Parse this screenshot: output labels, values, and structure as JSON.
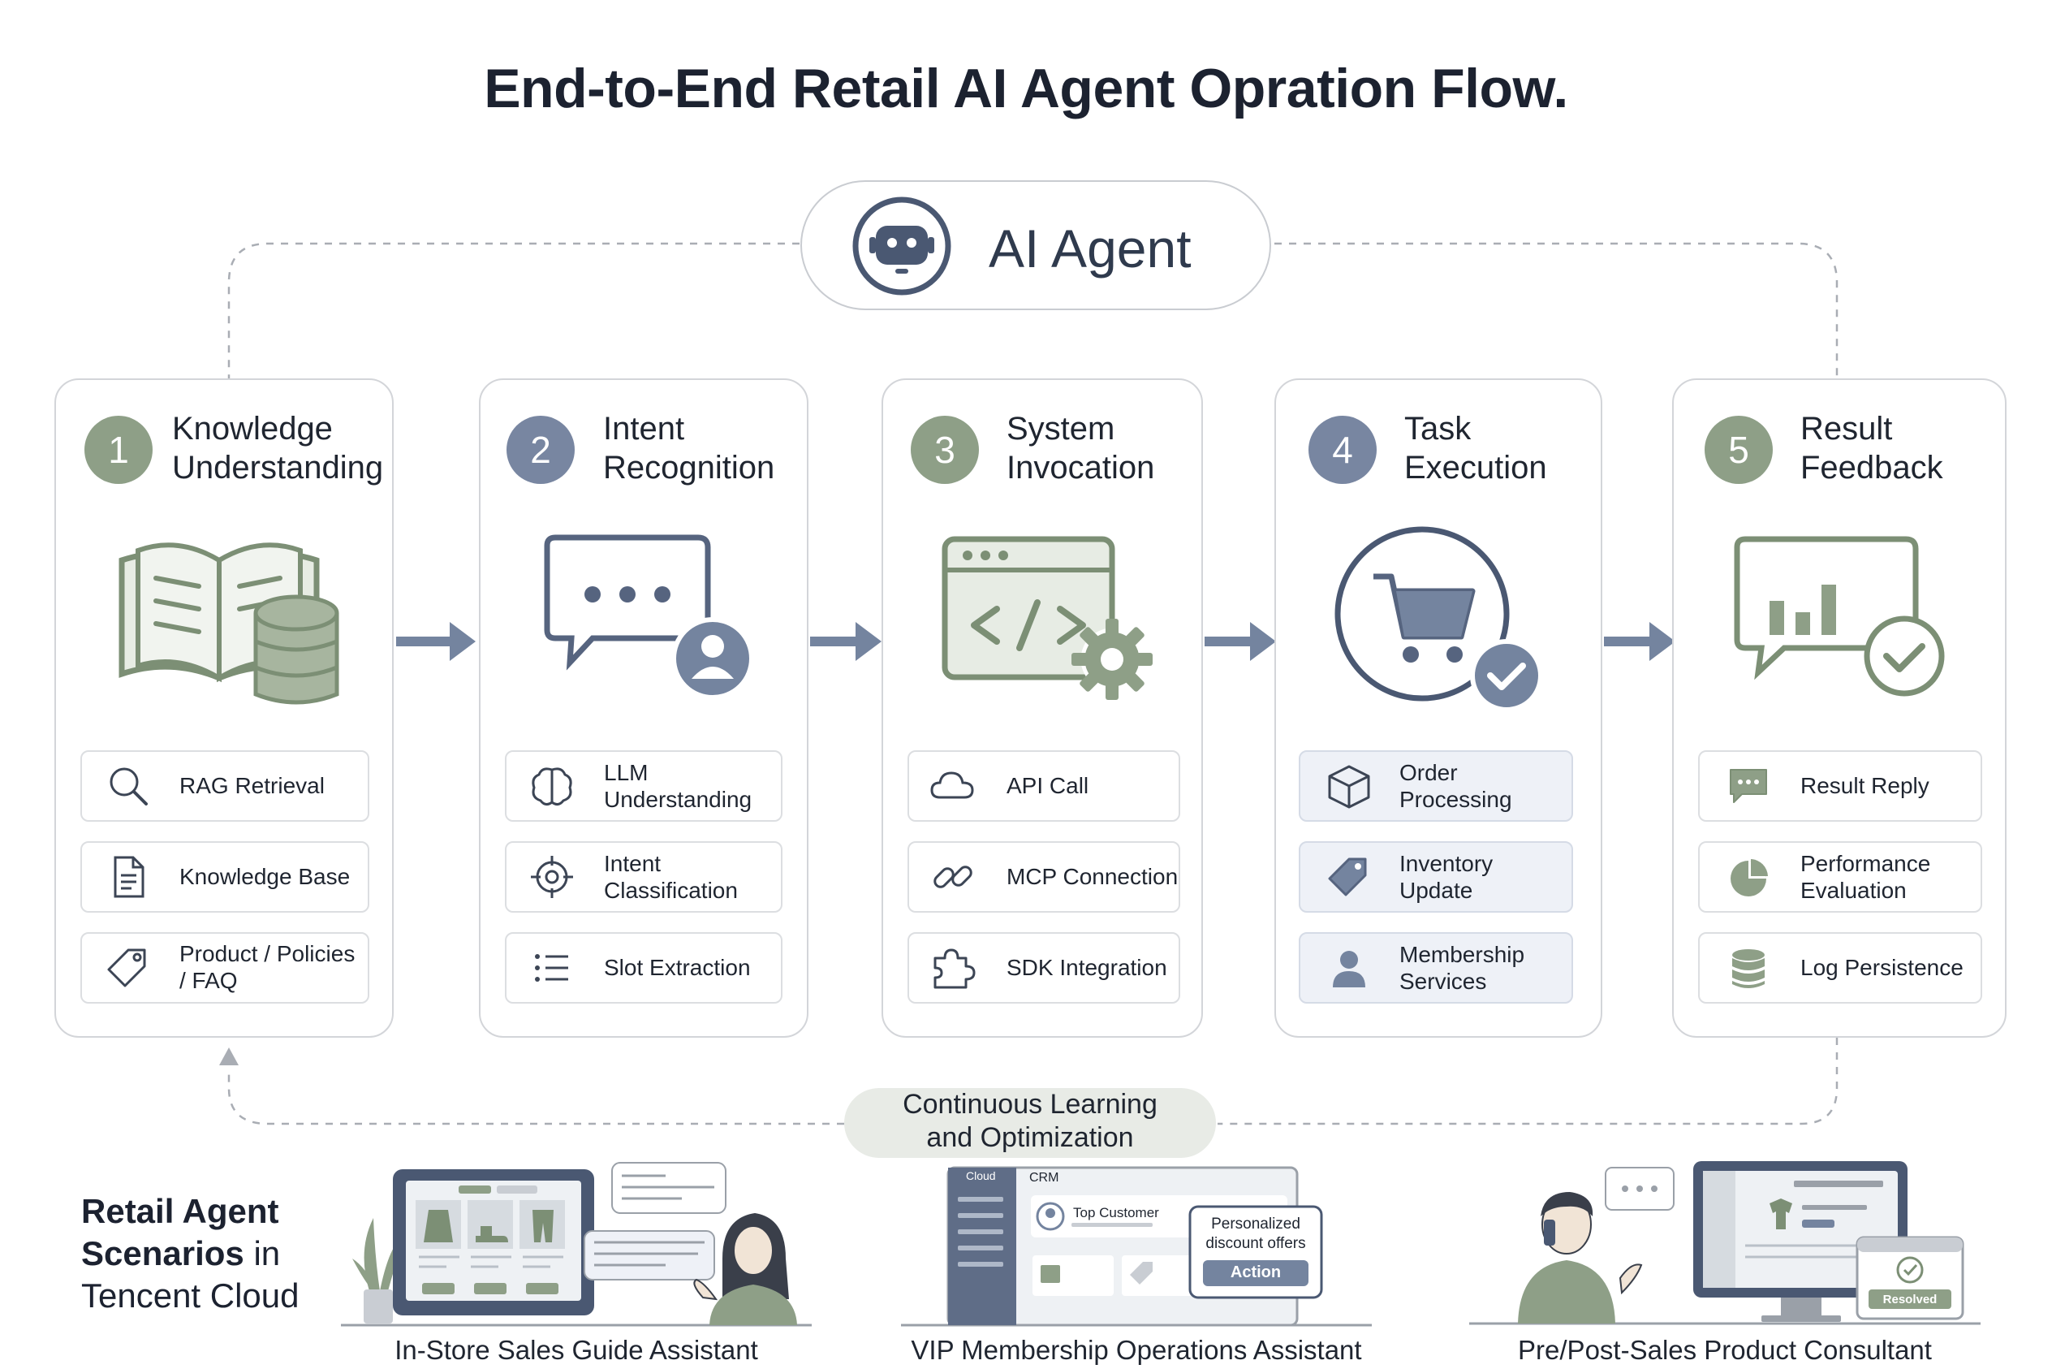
{
  "title": "End-to-End Retail AI Agent Opration Flow.",
  "agent": {
    "label": "AI Agent",
    "icon": "robot-icon"
  },
  "stages": [
    {
      "num": "1",
      "title_line1": "Knowledge",
      "title_line2": "Understanding",
      "items": [
        {
          "label1": "RAG Retrieval",
          "label2": "",
          "icon": "search-icon"
        },
        {
          "label1": "Knowledge Base",
          "label2": "",
          "icon": "document-icon"
        },
        {
          "label1": "Product / Policies",
          "label2": "/ FAQ",
          "icon": "tag-icon"
        }
      ]
    },
    {
      "num": "2",
      "title_line1": "Intent",
      "title_line2": "Recognition",
      "items": [
        {
          "label1": "LLM",
          "label2": "Understanding",
          "icon": "brain-icon"
        },
        {
          "label1": "Intent",
          "label2": "Classification",
          "icon": "target-icon"
        },
        {
          "label1": "Slot Extraction",
          "label2": "",
          "icon": "list-icon"
        }
      ]
    },
    {
      "num": "3",
      "title_line1": "System",
      "title_line2": "Invocation",
      "items": [
        {
          "label1": "API Call",
          "label2": "",
          "icon": "cloud-icon"
        },
        {
          "label1": "MCP Connection",
          "label2": "",
          "icon": "link-icon"
        },
        {
          "label1": "SDK Integration",
          "label2": "",
          "icon": "puzzle-icon"
        }
      ]
    },
    {
      "num": "4",
      "title_line1": "Task",
      "title_line2": "Execution",
      "items": [
        {
          "label1": "Order",
          "label2": "Processing",
          "icon": "box-icon"
        },
        {
          "label1": "Inventory",
          "label2": "Update",
          "icon": "price-tag-icon"
        },
        {
          "label1": "Membership",
          "label2": "Services",
          "icon": "user-icon"
        }
      ]
    },
    {
      "num": "5",
      "title_line1": "Result",
      "title_line2": "Feedback",
      "items": [
        {
          "label1": "Result Reply",
          "label2": "",
          "icon": "chat-icon"
        },
        {
          "label1": "Performance",
          "label2": "Evaluation",
          "icon": "pie-chart-icon"
        },
        {
          "label1": "Log Persistence",
          "label2": "",
          "icon": "database-icon"
        }
      ]
    }
  ],
  "loop_label_line1": "Continuous Learning",
  "loop_label_line2": "and Optimization",
  "scenarios": {
    "heading_bold1": "Retail Agent",
    "heading_bold2": "Scenarios",
    "heading_in": " in",
    "heading_line3": "Tencent Cloud",
    "captions": [
      "In-Store Sales Guide Assistant",
      "VIP Membership Operations Assistant",
      "Pre/Post-Sales Product Consultant"
    ],
    "crm": {
      "brand": "Cloud",
      "tab": "CRM",
      "customer": "Top Customer",
      "offer_line1": "Personalized",
      "offer_line2": "discount offers",
      "action": "Action"
    },
    "consult_badge": "Resolved"
  },
  "colors": {
    "green": "#8e9f87",
    "blue": "#7886a1",
    "arrow": "#74849f",
    "text": "#1f2530"
  }
}
